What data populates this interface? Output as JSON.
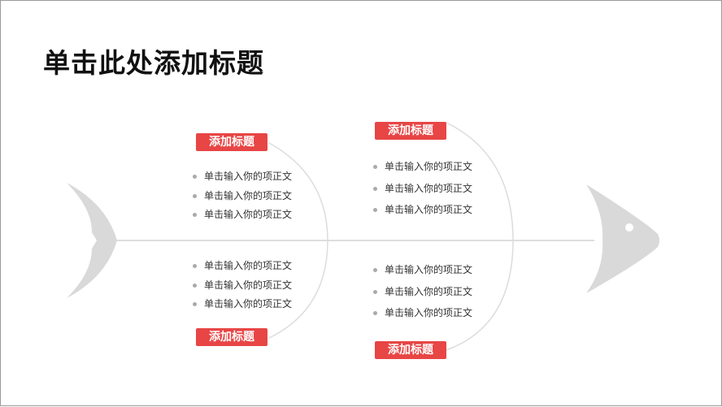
{
  "title": "单击此处添加标题",
  "branches": [
    {
      "label": "添加标题",
      "items": [
        "单击输入你的项正文",
        "单击输入你的项正文",
        "单击输入你的项正文"
      ]
    },
    {
      "label": "添加标题",
      "items": [
        "单击输入你的项正文",
        "单击输入你的项正文",
        "单击输入你的项正文"
      ]
    },
    {
      "label": "添加标题",
      "items": [
        "单击输入你的项正文",
        "单击输入你的项正文",
        "单击输入你的项正文"
      ]
    },
    {
      "label": "添加标题",
      "items": [
        "单击输入你的项正文",
        "单击输入你的项正文",
        "单击输入你的项正文"
      ]
    }
  ],
  "colors": {
    "accent": "#e84545",
    "fish": "#d9d9d9",
    "line": "#dedede"
  }
}
